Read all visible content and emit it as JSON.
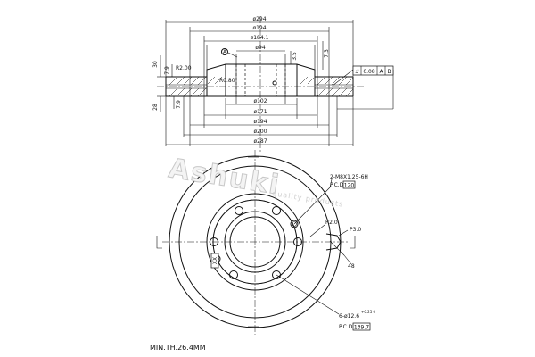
{
  "section": {
    "d294": "ø294",
    "d194_top": "ø194",
    "d184_1": "ø184.1",
    "d94": "ø94",
    "dim_3_5": "3.5",
    "dim_7_3": "7.3",
    "dim_30": "30",
    "dim_7_9a": "7.9",
    "dim_R2_00": "R2.00",
    "dim_R0_80": "R0.80",
    "datum_A": "A",
    "dim_28": "28",
    "dim_7_9b": "7.9",
    "d102": "ø102",
    "d171": "ø171",
    "d194_bottom": "ø194",
    "d200": "ø200",
    "d287": "ø287"
  },
  "tolerance_frame": {
    "symbol": "⌰",
    "value": "0.08",
    "datum1": "A",
    "datum2": "B"
  },
  "watermark": {
    "brand": "Ashuki",
    "tagline": "quality products"
  },
  "front_view": {
    "thread_note": "2-M8X1.25-6H",
    "pcd_label1": "P.C.D",
    "pcd_value1": "120",
    "r20": "R2.0",
    "p30": "P3.0",
    "dim_48": "48",
    "hole_note": "6-ø12.6",
    "hole_tol": "+0.25\n0",
    "pcd_label2": "P.C.D",
    "pcd_value2": "139.7",
    "side_label": "XX"
  },
  "footer": {
    "min_thickness": "MIN.TH.26.4MM"
  }
}
